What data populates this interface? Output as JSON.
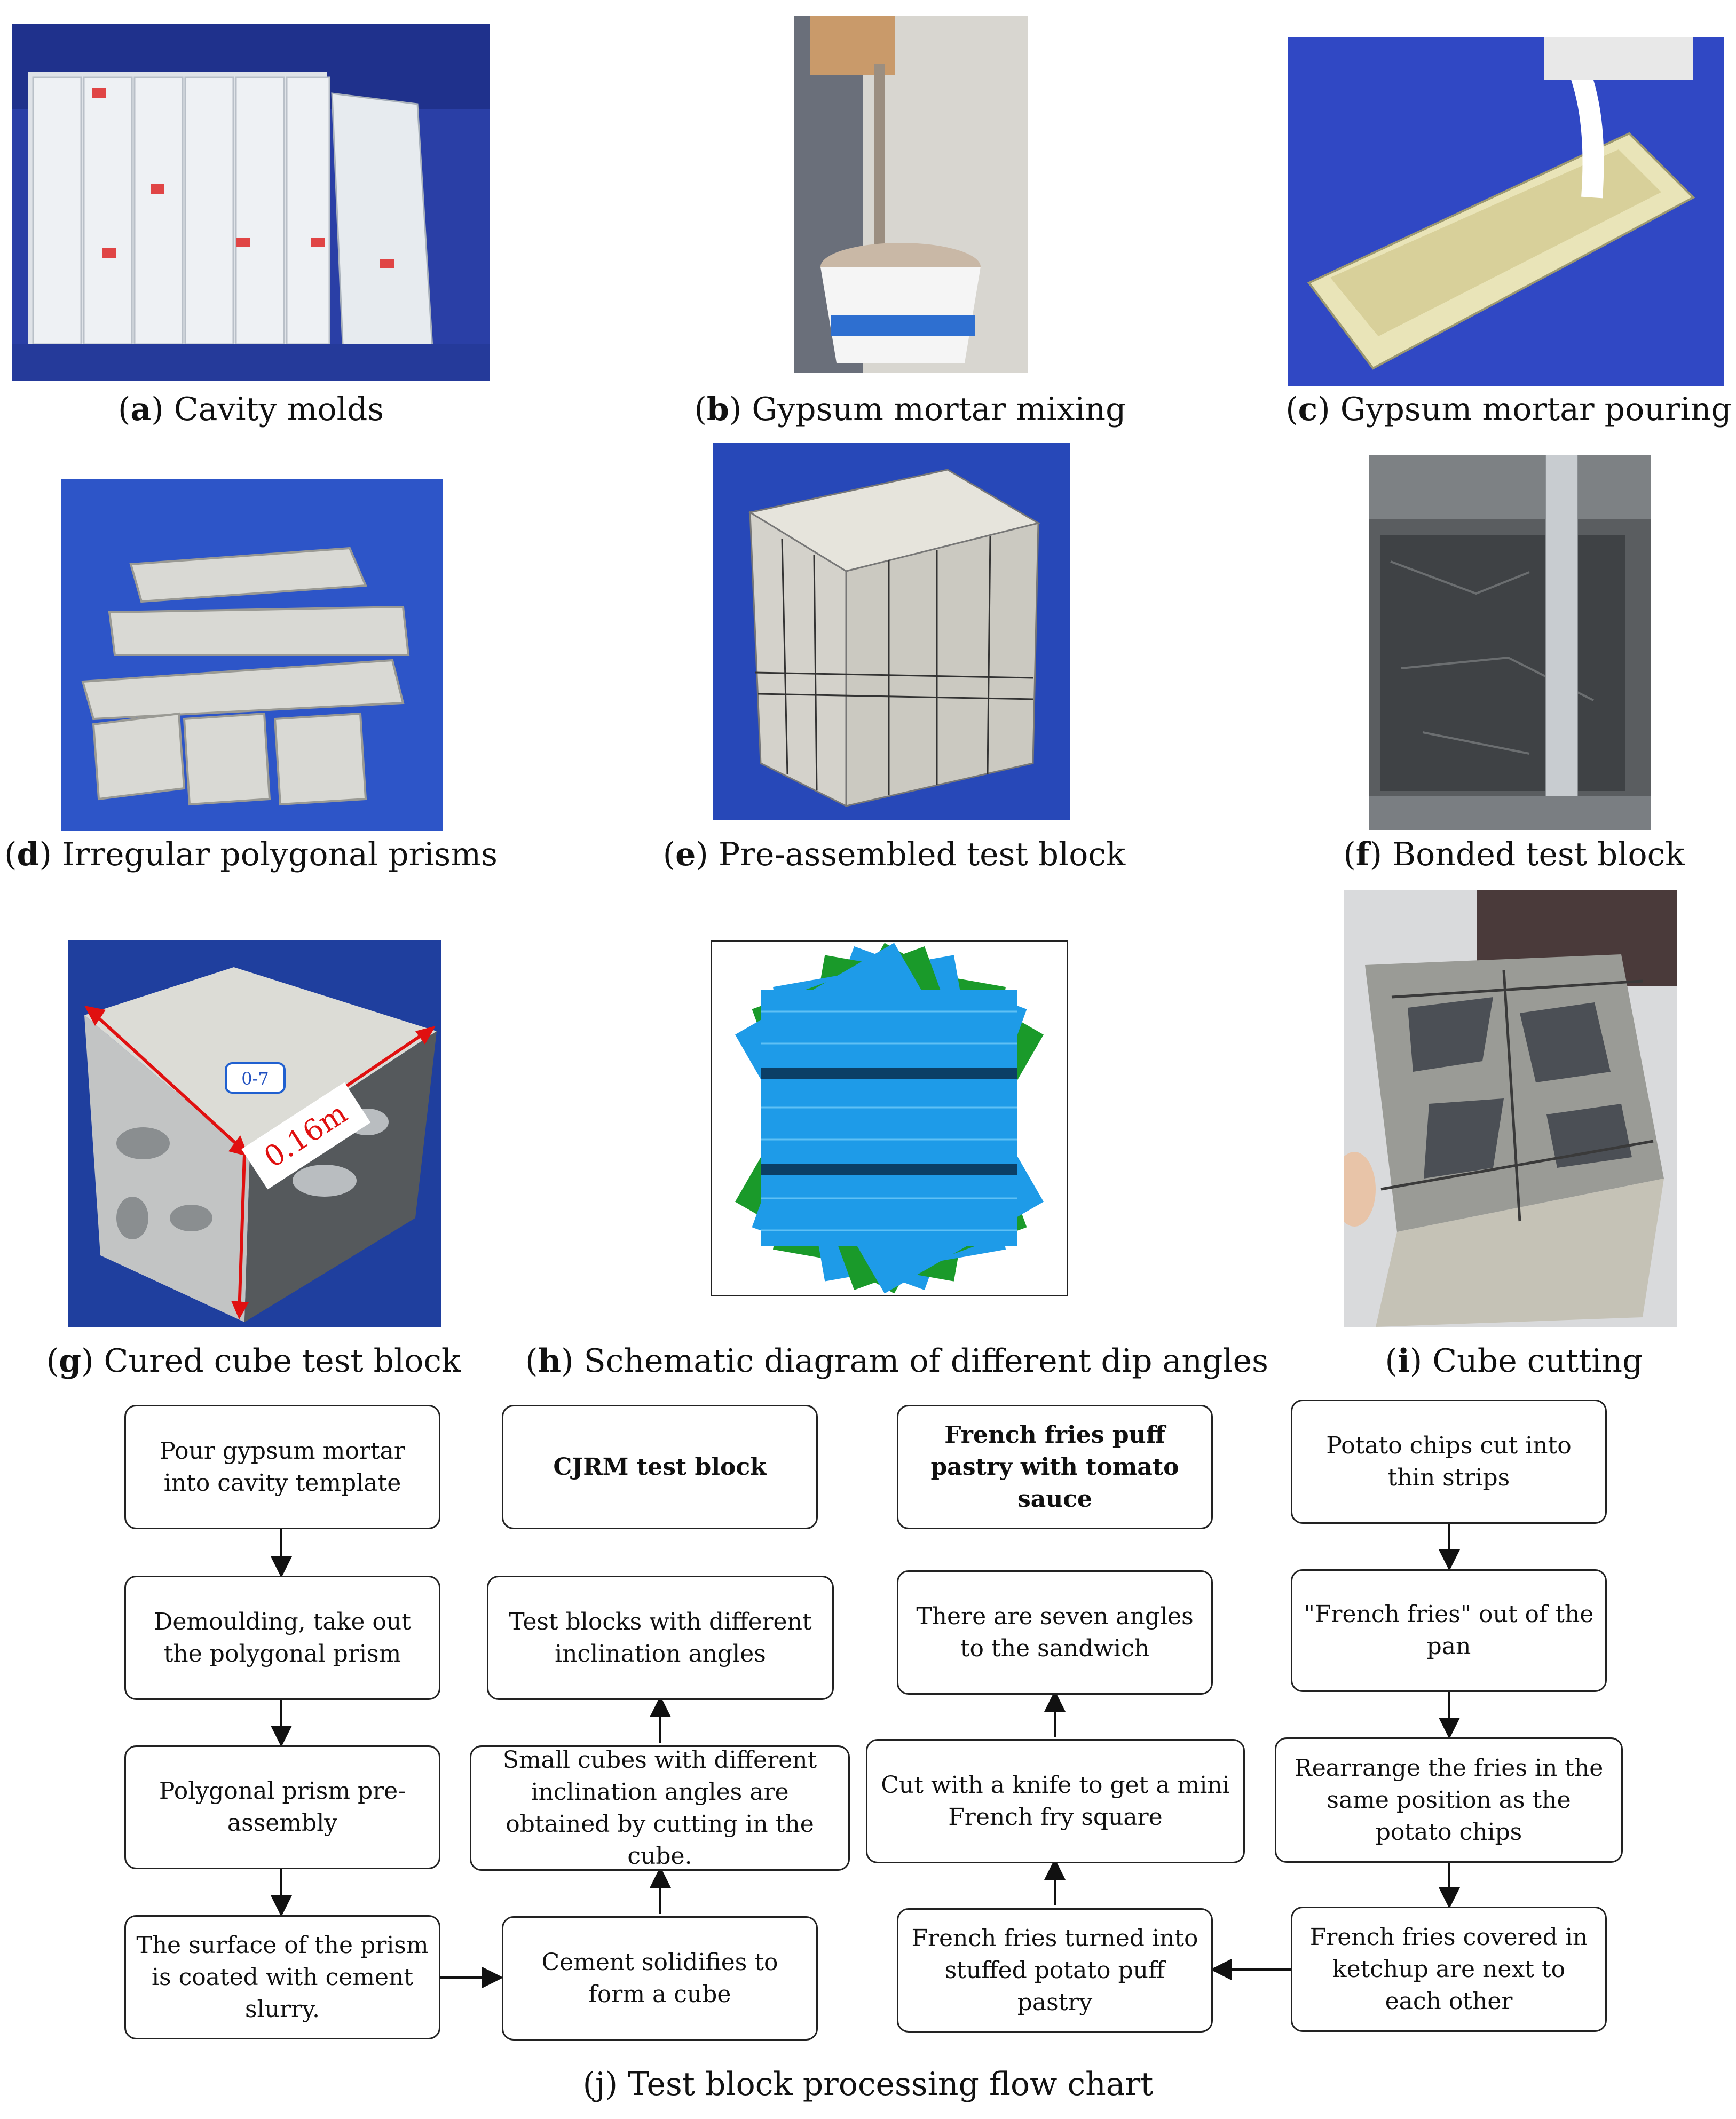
{
  "panels": [
    {
      "id": "a",
      "letter": "a",
      "label": " Cavity molds"
    },
    {
      "id": "b",
      "letter": "b",
      "label": " Gypsum mortar mixing"
    },
    {
      "id": "c",
      "letter": "c",
      "label": " Gypsum mortar pouring"
    },
    {
      "id": "d",
      "letter": "d",
      "label": " Irregular polygonal prisms"
    },
    {
      "id": "e",
      "letter": "e",
      "label": " Pre-assembled test block"
    },
    {
      "id": "f",
      "letter": "f",
      "label": " Bonded test block"
    },
    {
      "id": "g",
      "letter": "g",
      "label": " Cured cube test block"
    },
    {
      "id": "h",
      "letter": "h",
      "label": " Schematic diagram of different dip angles"
    },
    {
      "id": "i",
      "letter": "i",
      "label": " Cube cutting"
    }
  ],
  "cube_dimension_label": "0.16m",
  "sample_tag": "0-7",
  "flowchart": {
    "caption": "(j) Test block processing flow chart",
    "col1": [
      "Pour gypsum mortar into cavity template",
      "Demoulding, take out the polygonal prism",
      "Polygonal prism pre-assembly",
      "The surface of the prism is coated with cement slurry."
    ],
    "col2": [
      "CJRM test block",
      "Test blocks with different inclination angles",
      "Small cubes with different inclination angles are obtained by cutting in the cube.",
      "Cement solidifies to form a cube"
    ],
    "col3": [
      "French fries puff pastry with tomato sauce",
      "There are seven angles to the sandwich",
      "Cut with a knife to get a mini French fry square",
      "French fries turned into stuffed potato puff pastry"
    ],
    "col4": [
      "Potato chips cut into thin strips",
      "\"French fries\" out of the pan",
      "Rearrange the fries in the same position as the potato chips",
      "French fries covered in ketchup are next to each other"
    ]
  },
  "colors": {
    "dip_blue": "#1e9be8",
    "dip_dark": "#0b3f66",
    "dip_green": "#1a9a2a",
    "photo_blue_bg": "#1f3fa8",
    "dimension_red": "#e01010"
  }
}
